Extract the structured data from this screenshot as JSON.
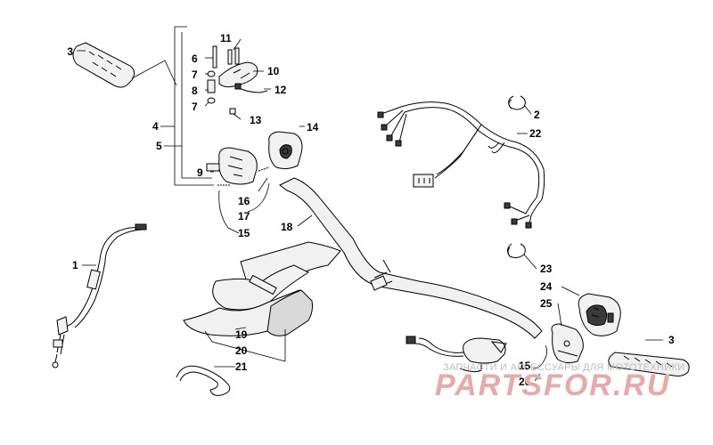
{
  "watermark": {
    "tagline": "ЗАПЧАСТИ И АКСЕССУАРЫ ДЛЯ МОТОТЕХНИКИ",
    "brand": "PARTSFOR.RU"
  },
  "callouts": {
    "c1": "1",
    "c2": "2",
    "c3a": "3",
    "c3b": "3",
    "c4": "4",
    "c5": "5",
    "c6": "6",
    "c7a": "7",
    "c7b": "7",
    "c8": "8",
    "c9": "9",
    "c10": "10",
    "c11": "11",
    "c12": "12",
    "c13": "13",
    "c14": "14",
    "c15a": "15",
    "c15b": "15",
    "c16": "16",
    "c17": "17",
    "c18": "18",
    "c19": "19",
    "c20": "20",
    "c21": "21",
    "c22": "22",
    "c23": "23",
    "c24": "24",
    "c25": "25",
    "c26": "26"
  },
  "colors": {
    "line": "#000000",
    "watermark_red": "#e8a9a9",
    "watermark_gray": "#bdbdbd"
  }
}
